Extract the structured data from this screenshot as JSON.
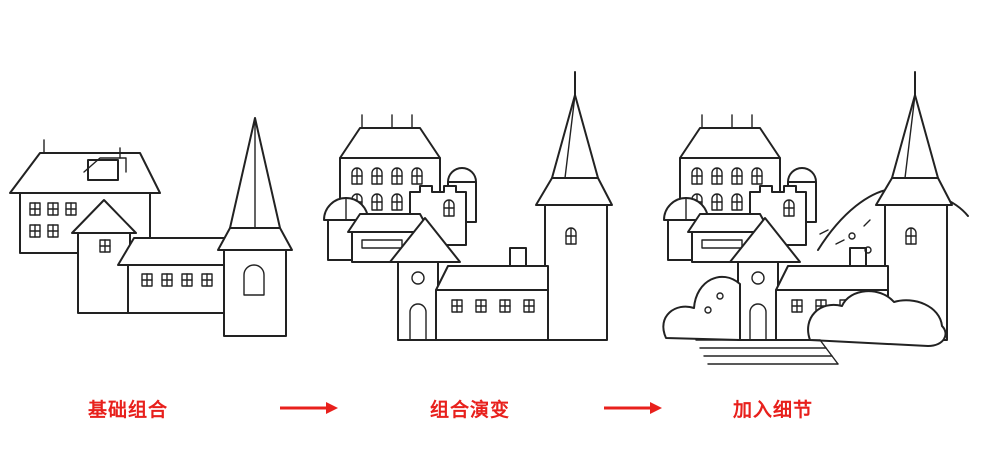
{
  "captions": [
    "基础组合",
    "组合演变",
    "加入细节"
  ],
  "colors": {
    "caption": "#e8201c",
    "arrow": "#e8201c",
    "ink": "#222222"
  }
}
